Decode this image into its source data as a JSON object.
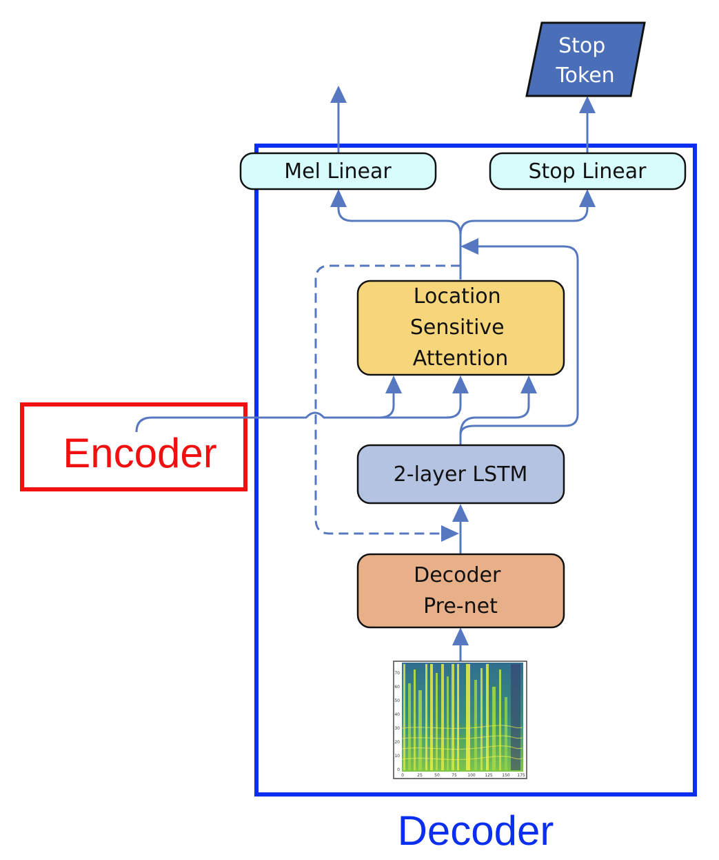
{
  "colors": {
    "arrow": "#5578c0",
    "decoder_frame": "#0a2ff0",
    "encoder_frame": "#f01010",
    "linear_fill": "#d8fbfc",
    "attention_fill": "#f7d67b",
    "lstm_fill": "#b5c3e3",
    "prenet_fill": "#e8b088",
    "stop_token_fill": "#4a6eb8"
  },
  "nodes": {
    "stop_token": [
      "Stop",
      "Token"
    ],
    "mel_linear": [
      "Mel Linear"
    ],
    "stop_linear": [
      "Stop Linear"
    ],
    "attention": [
      "Location",
      "Sensitive",
      "Attention"
    ],
    "lstm": [
      "2-layer LSTM"
    ],
    "prenet": [
      "Decoder",
      "Pre-net"
    ]
  },
  "labels": {
    "encoder": "Encoder",
    "decoder": "Decoder"
  },
  "spectrogram": {
    "y_ticks": [
      "0",
      "10",
      "20",
      "30",
      "40",
      "50",
      "60",
      "70"
    ],
    "x_ticks": [
      "0",
      "25",
      "50",
      "75",
      "100",
      "125",
      "150",
      "175"
    ]
  }
}
